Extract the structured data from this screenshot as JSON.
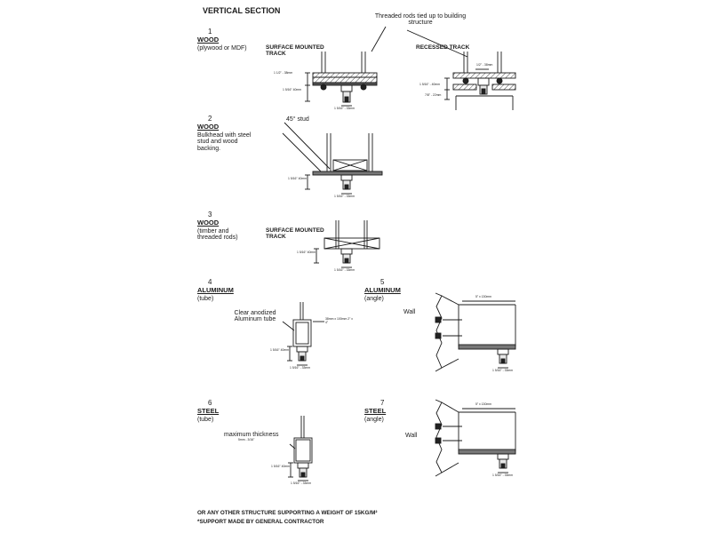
{
  "title": "VERTICAL SECTION",
  "details": [
    {
      "number": "1",
      "material": "WOOD",
      "description": "(plywood or MDF)"
    },
    {
      "number": "2",
      "material": "WOOD",
      "description": "Bulkhead with steel stud and wood backing."
    },
    {
      "number": "3",
      "material": "WOOD",
      "description": "(timber and threaded rods)"
    },
    {
      "number": "4",
      "material": "ALUMINUM",
      "description": "(tube)"
    },
    {
      "number": "5",
      "material": "ALUMINUM",
      "description": "(angle)"
    },
    {
      "number": "6",
      "material": "STEEL",
      "description": "(tube)"
    },
    {
      "number": "7",
      "material": "STEEL",
      "description": "(angle)"
    }
  ],
  "captions": {
    "surface_mounted_1": "SURFACE MOUNTED TRACK",
    "recessed_track": "RECESSED TRACK",
    "surface_mounted_3": "SURFACE MOUNTED TRACK"
  },
  "annotations": {
    "threaded_rods": "Threaded rods tied up to building structure",
    "stud_45": "45° stud",
    "clear_anodized": "Clear anodized Aluminum tube",
    "max_thickness": "maximum thickness",
    "wall_5": "Wall",
    "wall_7": "Wall"
  },
  "dimensions": {
    "d1_a": "1 1/2\" - 38mm",
    "d1_b": "1 5/16\" 40mm",
    "d1_w": "1 5/16\" - 33mm",
    "rec_top": "1/2\" - 38mm",
    "rec_a": "1 5/16\" - 40mm",
    "rec_b": "7/8\" - 22mm",
    "d2_h": "1 5/16\" 40mm",
    "d2_w": "1 5/16\" - 33mm",
    "d3_h": "1 5/16\" 40mm",
    "d3_w": "1 5/16\" - 33mm",
    "d4_tube": "38mm x 100mm 2\" x 4\"",
    "d4_h": "1 5/16\" 40mm",
    "d4_w": "1 5/16\" - 33mm",
    "d5_top": "5\" x 130mm",
    "d5_w": "1 5/16\" - 33mm",
    "d6_thk": "5mm - 3/16\"",
    "d6_h": "1 5/16\" 40mm",
    "d6_w": "1 5/16\" - 33mm",
    "d7_top": "5\" x 130mm",
    "d7_w": "1 5/16\" - 33mm"
  },
  "footer": {
    "line1": "OR ANY OTHER STRUCTURE SUPPORTING A WEIGHT OF 15KG/M²",
    "line2": "*SUPPORT MADE BY GENERAL CONTRACTOR"
  }
}
